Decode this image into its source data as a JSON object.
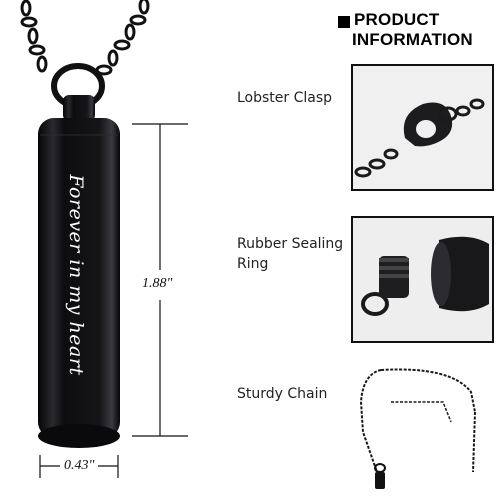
{
  "header": {
    "line1": "PRODUCT",
    "line2": "INFORMATION"
  },
  "product": {
    "engraving": "Forever in my heart",
    "height_label": "1.88\"",
    "width_label": "0.43\"",
    "body_color": "#101012"
  },
  "features": [
    {
      "label": "Lobster Clasp",
      "thumb_icon": "lobster-clasp-photo"
    },
    {
      "label": "Rubber Sealing Ring",
      "label_line1": "Rubber Sealing",
      "label_line2": "Ring",
      "thumb_icon": "sealing-ring-photo"
    },
    {
      "label": "Sturdy Chain",
      "thumb_icon": "chain-photo"
    }
  ]
}
